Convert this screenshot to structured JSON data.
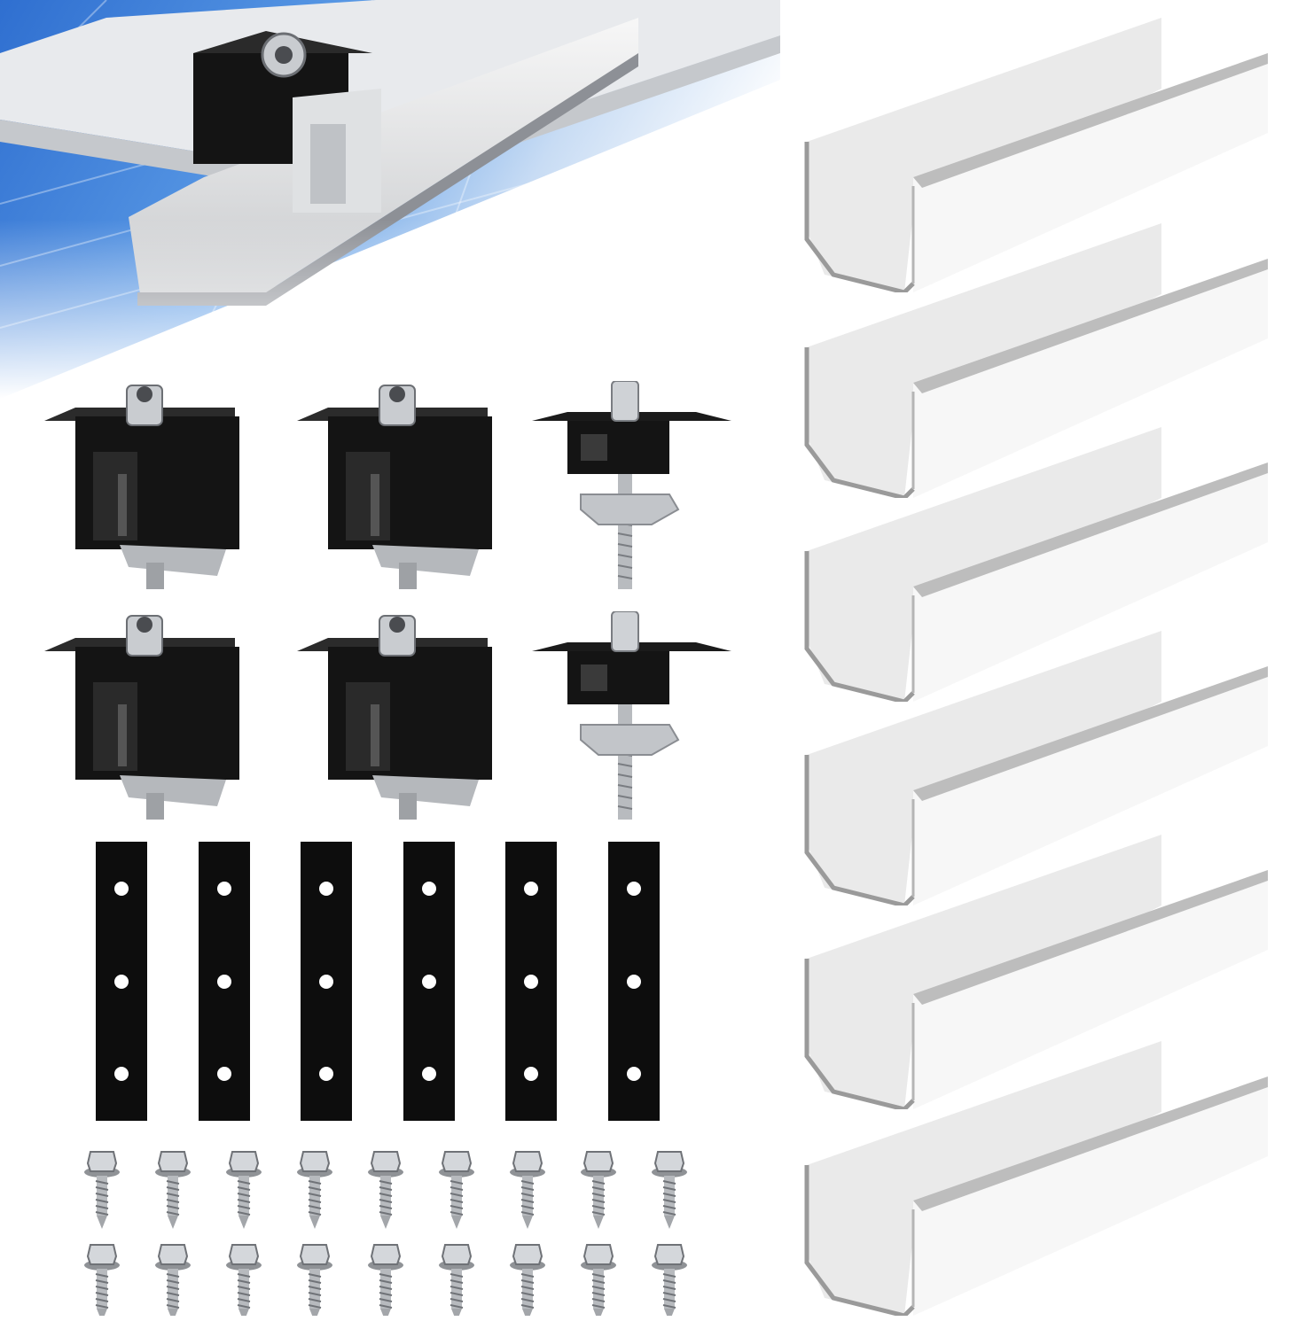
{
  "product": {
    "component_icons": {
      "hero": "rail-mounted-clamp-on-panel",
      "end_clamp": "black-end-clamp-with-hex-bolt",
      "mid_clamp": "black-mid-clamp-with-t-bolt",
      "rail": "white-aluminum-u-channel-rail",
      "strip": "black-connector-strip-three-holes",
      "screw": "self-drilling-hex-screw"
    },
    "colors": {
      "panel_blue": "#3d7fd6",
      "clamp_black": "#151515",
      "rail_white": "#f2f2f2",
      "steel": "#b9bcc0",
      "background": "#ffffff"
    }
  }
}
